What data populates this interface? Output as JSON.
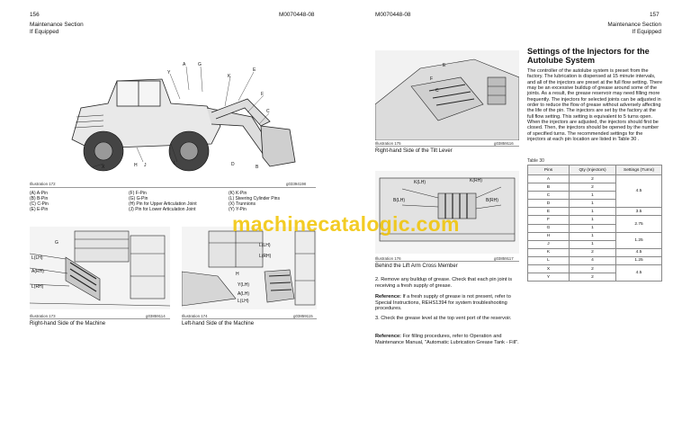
{
  "left_page": {
    "page_number": "156",
    "doc_id": "M0070448-08",
    "section": "Maintenance Section",
    "subsection": "If Equipped",
    "illus172": {
      "label": "Illustration 172",
      "ref": "g03394198",
      "callouts": [
        "A",
        "G",
        "Y",
        "K",
        "E",
        "F",
        "C",
        "X",
        "H",
        "J",
        "L",
        "D",
        "B"
      ],
      "legend_col1": [
        "(A) A-Pin",
        "(B) B-Pin",
        "(C) C-Pin",
        "(E) E-Pin"
      ],
      "legend_col2": [
        "(F) F-Pin",
        "(G) G-Pin",
        "(H) Pin for Upper Articulation Joint",
        "(J) Pin for Lower Articulation Joint"
      ],
      "legend_col3": [
        "(K) K-Pin",
        "(L) Steering Cylinder Pins",
        "(X) Trunnions",
        "(Y) Y-Pin"
      ]
    },
    "illus173": {
      "label": "Illustration 173",
      "ref": "g03859114",
      "caption": "Right-hand Side of the Machine",
      "callouts": [
        "G",
        "L(LH)",
        "A(RH)",
        "L(RH)"
      ]
    },
    "illus174": {
      "label": "Illustration 174",
      "ref": "g03859115",
      "caption": "Left-hand Side of the Machine",
      "callouts": [
        "L(LH)",
        "L(RH)",
        "H",
        "Y(LH)",
        "A(LH)",
        "L(LH)"
      ]
    }
  },
  "right_page": {
    "page_number": "157",
    "doc_id": "M0070448-08",
    "section": "Maintenance Section",
    "subsection": "If Equipped",
    "illus175": {
      "label": "Illustration 175",
      "ref": "g03859116",
      "caption": "Right-hand Side of the Tilt Lever",
      "callouts": [
        "E",
        "F",
        "C"
      ]
    },
    "illus176": {
      "label": "Illustration 176",
      "ref": "g03859117",
      "caption": "Behind the Lift Arm Cross Member",
      "callouts": [
        "K(LH)",
        "K(RH)",
        "B(LH)",
        "B(RH)"
      ]
    },
    "steps": {
      "step2": "2. Remove any buildup of grease. Check that each pin joint is receiving a fresh supply of grease.",
      "ref1_bold": "Reference:",
      "ref1_text": " If a fresh supply of grease is not present, refer to Special Instructions, REHS1394 for system troubleshooting procedures.",
      "step3": "3. Check the grease level at the top vent port of the reservoir.",
      "ref2_bold": "Reference:",
      "ref2_text": " For filling procedures, refer to Operation and Maintenance Manual, \"Automatic Lubrication Grease Tank - Fill\"."
    },
    "settings": {
      "title_line1": "Settings of the Injectors for the",
      "title_line2": "Autolube System",
      "body": "The controller of the autolube system is preset from the factory. The lubrication is dispensed at 15 minute intervals, and all of the injectors are preset at the full flow setting. There may be an excessive buildup of grease around some of the joints. As a result, the grease reservoir may need filling more frequently. The injectors for selected joints can be adjusted in order to reduce the flow of grease without adversely affecting the life of the pin. The injectors are set by the factory at the full flow setting. This setting is equivalent to 5 turns open. When the injectors are adjusted, the injectors should first be closed. Then, the injectors should be opened by the number of specified turns. The recommended settings for the injectors at each pin location are listed in Table 30 ."
    },
    "table30": {
      "label": "Table 30",
      "headers": [
        "Pins",
        "Qty (Injectors)",
        "Settings (Turns)"
      ],
      "rows": [
        {
          "pin": "A",
          "qty": "2"
        },
        {
          "pin": "B",
          "qty": "2"
        },
        {
          "pin": "C",
          "qty": "1"
        },
        {
          "pin": "D",
          "qty": "1"
        },
        {
          "pin": "E",
          "qty": "1"
        },
        {
          "pin": "F",
          "qty": "1"
        },
        {
          "pin": "G",
          "qty": "1"
        },
        {
          "pin": "H",
          "qty": "1"
        },
        {
          "pin": "J",
          "qty": "1"
        },
        {
          "pin": "K",
          "qty": "2"
        },
        {
          "pin": "L",
          "qty": "4"
        },
        {
          "pin": "X",
          "qty": "2"
        },
        {
          "pin": "Y",
          "qty": "2"
        }
      ],
      "settings": [
        {
          "value": "4.5",
          "rows": 4
        },
        {
          "value": "3.5",
          "rows": 1
        },
        {
          "value": "2.75",
          "rows": 2
        },
        {
          "value": "1.25",
          "rows": 2
        },
        {
          "value": "4.5",
          "rows": 1
        },
        {
          "value": "1.25",
          "rows": 1
        },
        {
          "value": "4.5",
          "rows": 2
        }
      ]
    }
  },
  "watermark": "machinecatalogic.com"
}
